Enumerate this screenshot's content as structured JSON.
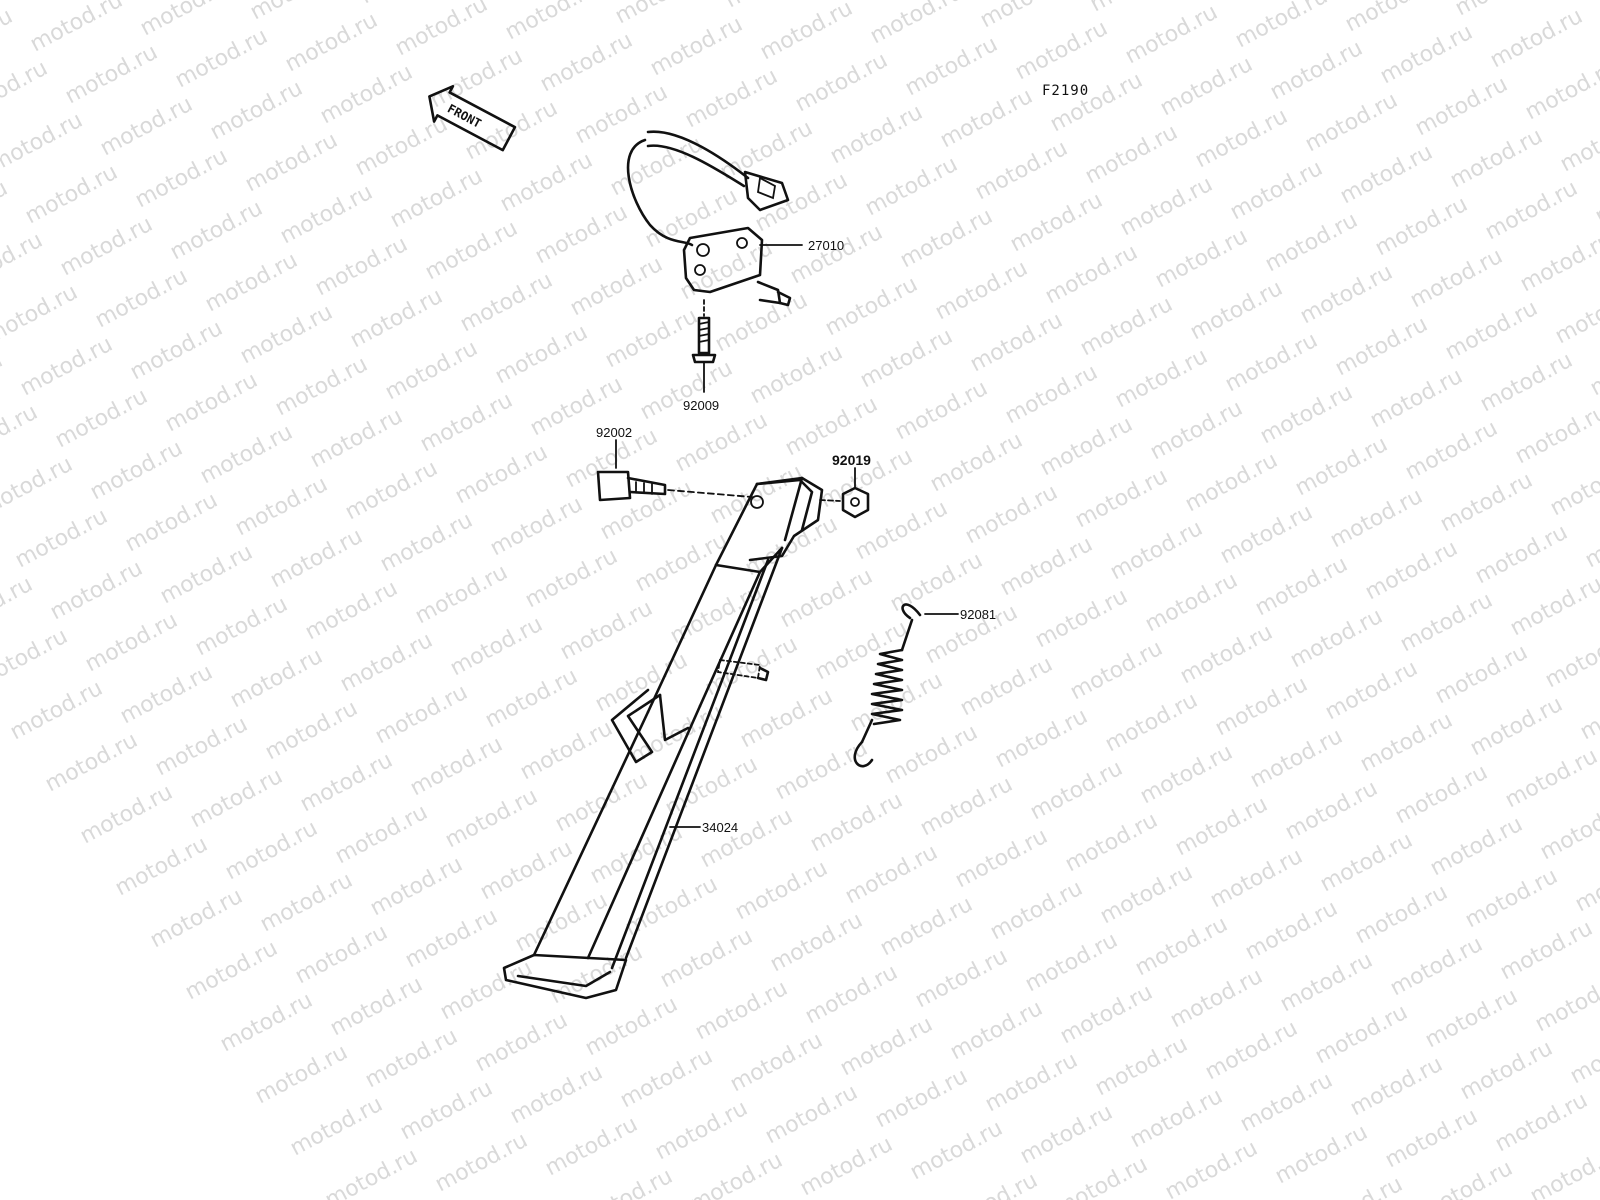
{
  "watermark": {
    "text": "motod.ru"
  },
  "diagram": {
    "code": "F2190",
    "front_label": "FRONT",
    "parts": {
      "p27010": "27010",
      "p92009": "92009",
      "p92002": "92002",
      "p92019": "92019",
      "p92081": "92081",
      "p34024": "34024"
    }
  }
}
